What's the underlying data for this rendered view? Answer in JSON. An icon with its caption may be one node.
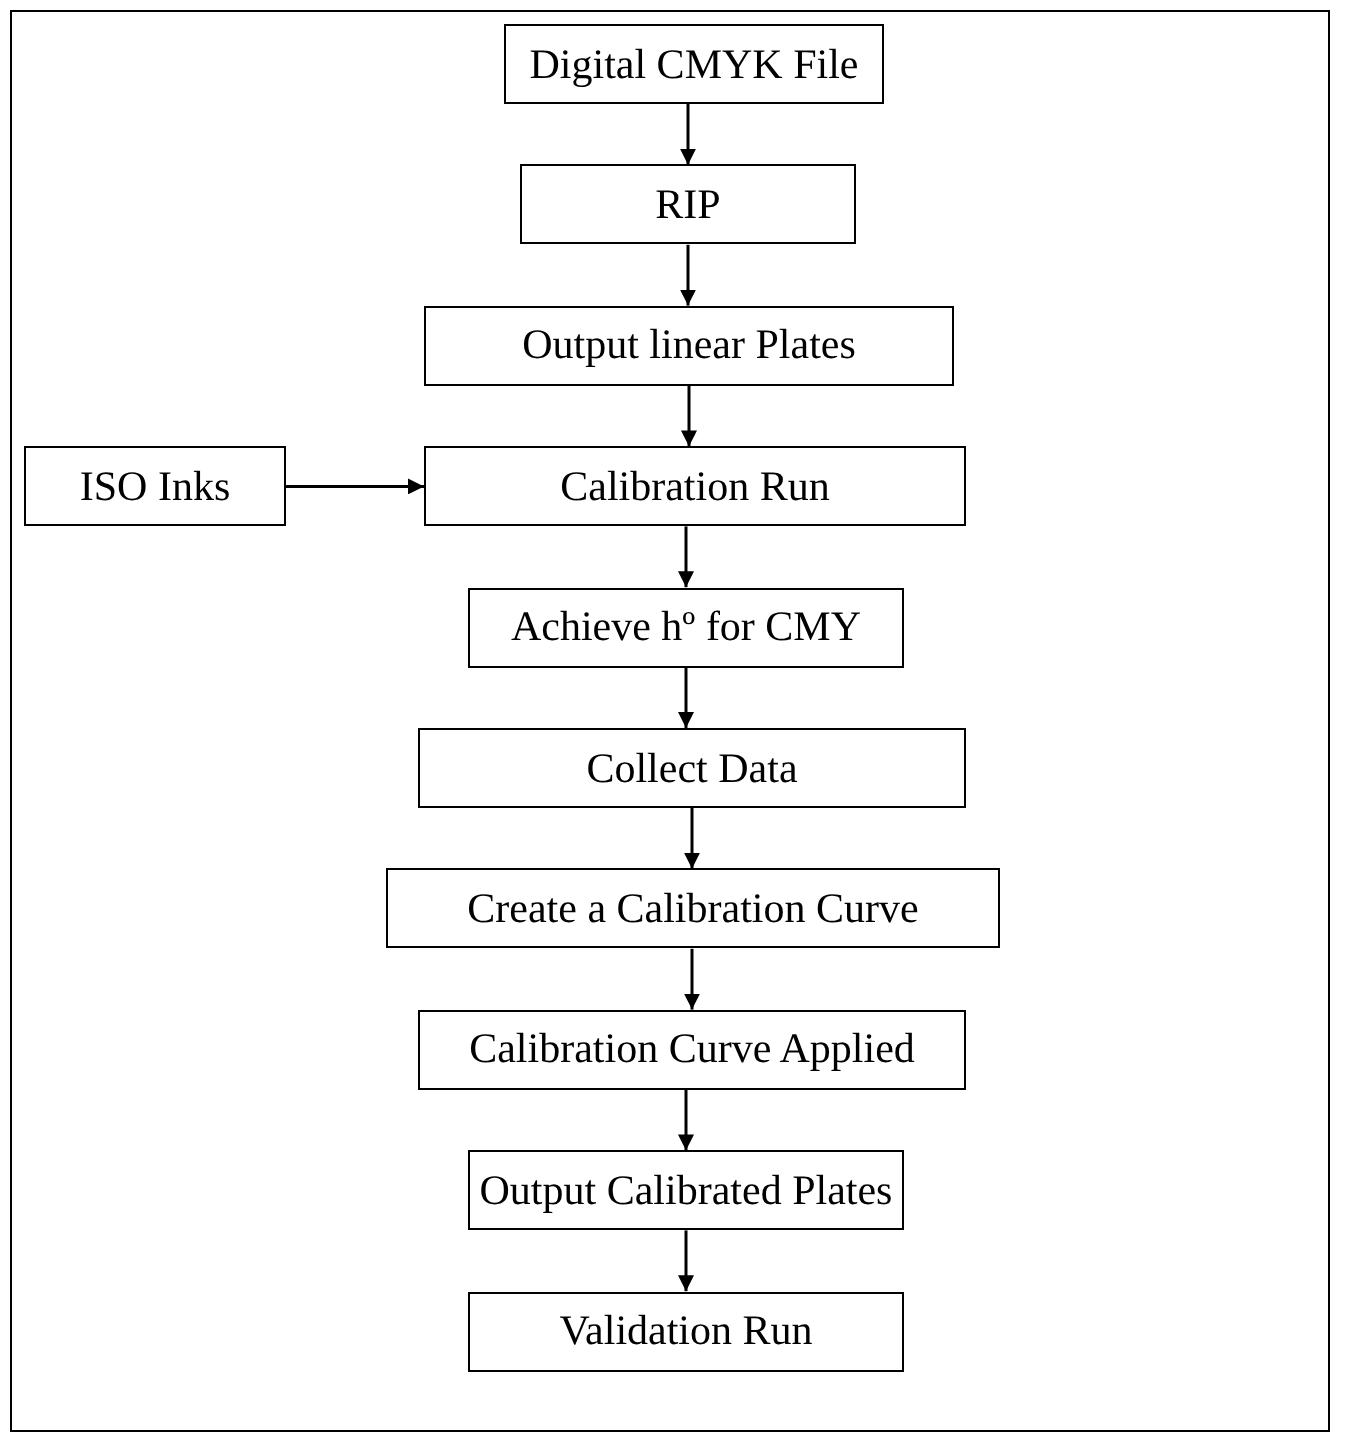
{
  "diagram": {
    "nodes": [
      {
        "text": [
          "Digital CMYK File"
        ]
      },
      {
        "text": [
          "RIP"
        ]
      },
      {
        "text": [
          "Output linear Plates"
        ]
      },
      {
        "text": [
          "ISO Inks"
        ]
      },
      {
        "text": [
          "Calibration Run"
        ]
      },
      {
        "text": [
          "Achieve hº for CMY"
        ]
      },
      {
        "text": [
          "Collect Data"
        ]
      },
      {
        "text": [
          "Create a Calibration Curve"
        ]
      },
      {
        "text": [
          "Calibration Curve Applied"
        ]
      },
      {
        "text": [
          "Output Calibrated Plates"
        ]
      },
      {
        "text": [
          "Validation Run"
        ]
      }
    ],
    "edges": [
      {
        "from": 0,
        "to": 1,
        "arrow": "to"
      },
      {
        "from": 1,
        "to": 2,
        "arrow": "to"
      },
      {
        "from": 2,
        "to": 4,
        "arrow": "to"
      },
      {
        "from": 3,
        "to": 4,
        "arrow": "to"
      },
      {
        "from": 4,
        "to": 5,
        "arrow": "to"
      },
      {
        "from": 5,
        "to": 6,
        "arrow": "to"
      },
      {
        "from": 6,
        "to": 7,
        "arrow": "to"
      },
      {
        "from": 7,
        "to": 8,
        "arrow": "to"
      },
      {
        "from": 8,
        "to": 9,
        "arrow": "to"
      },
      {
        "from": 9,
        "to": 10,
        "arrow": "to"
      }
    ]
  }
}
